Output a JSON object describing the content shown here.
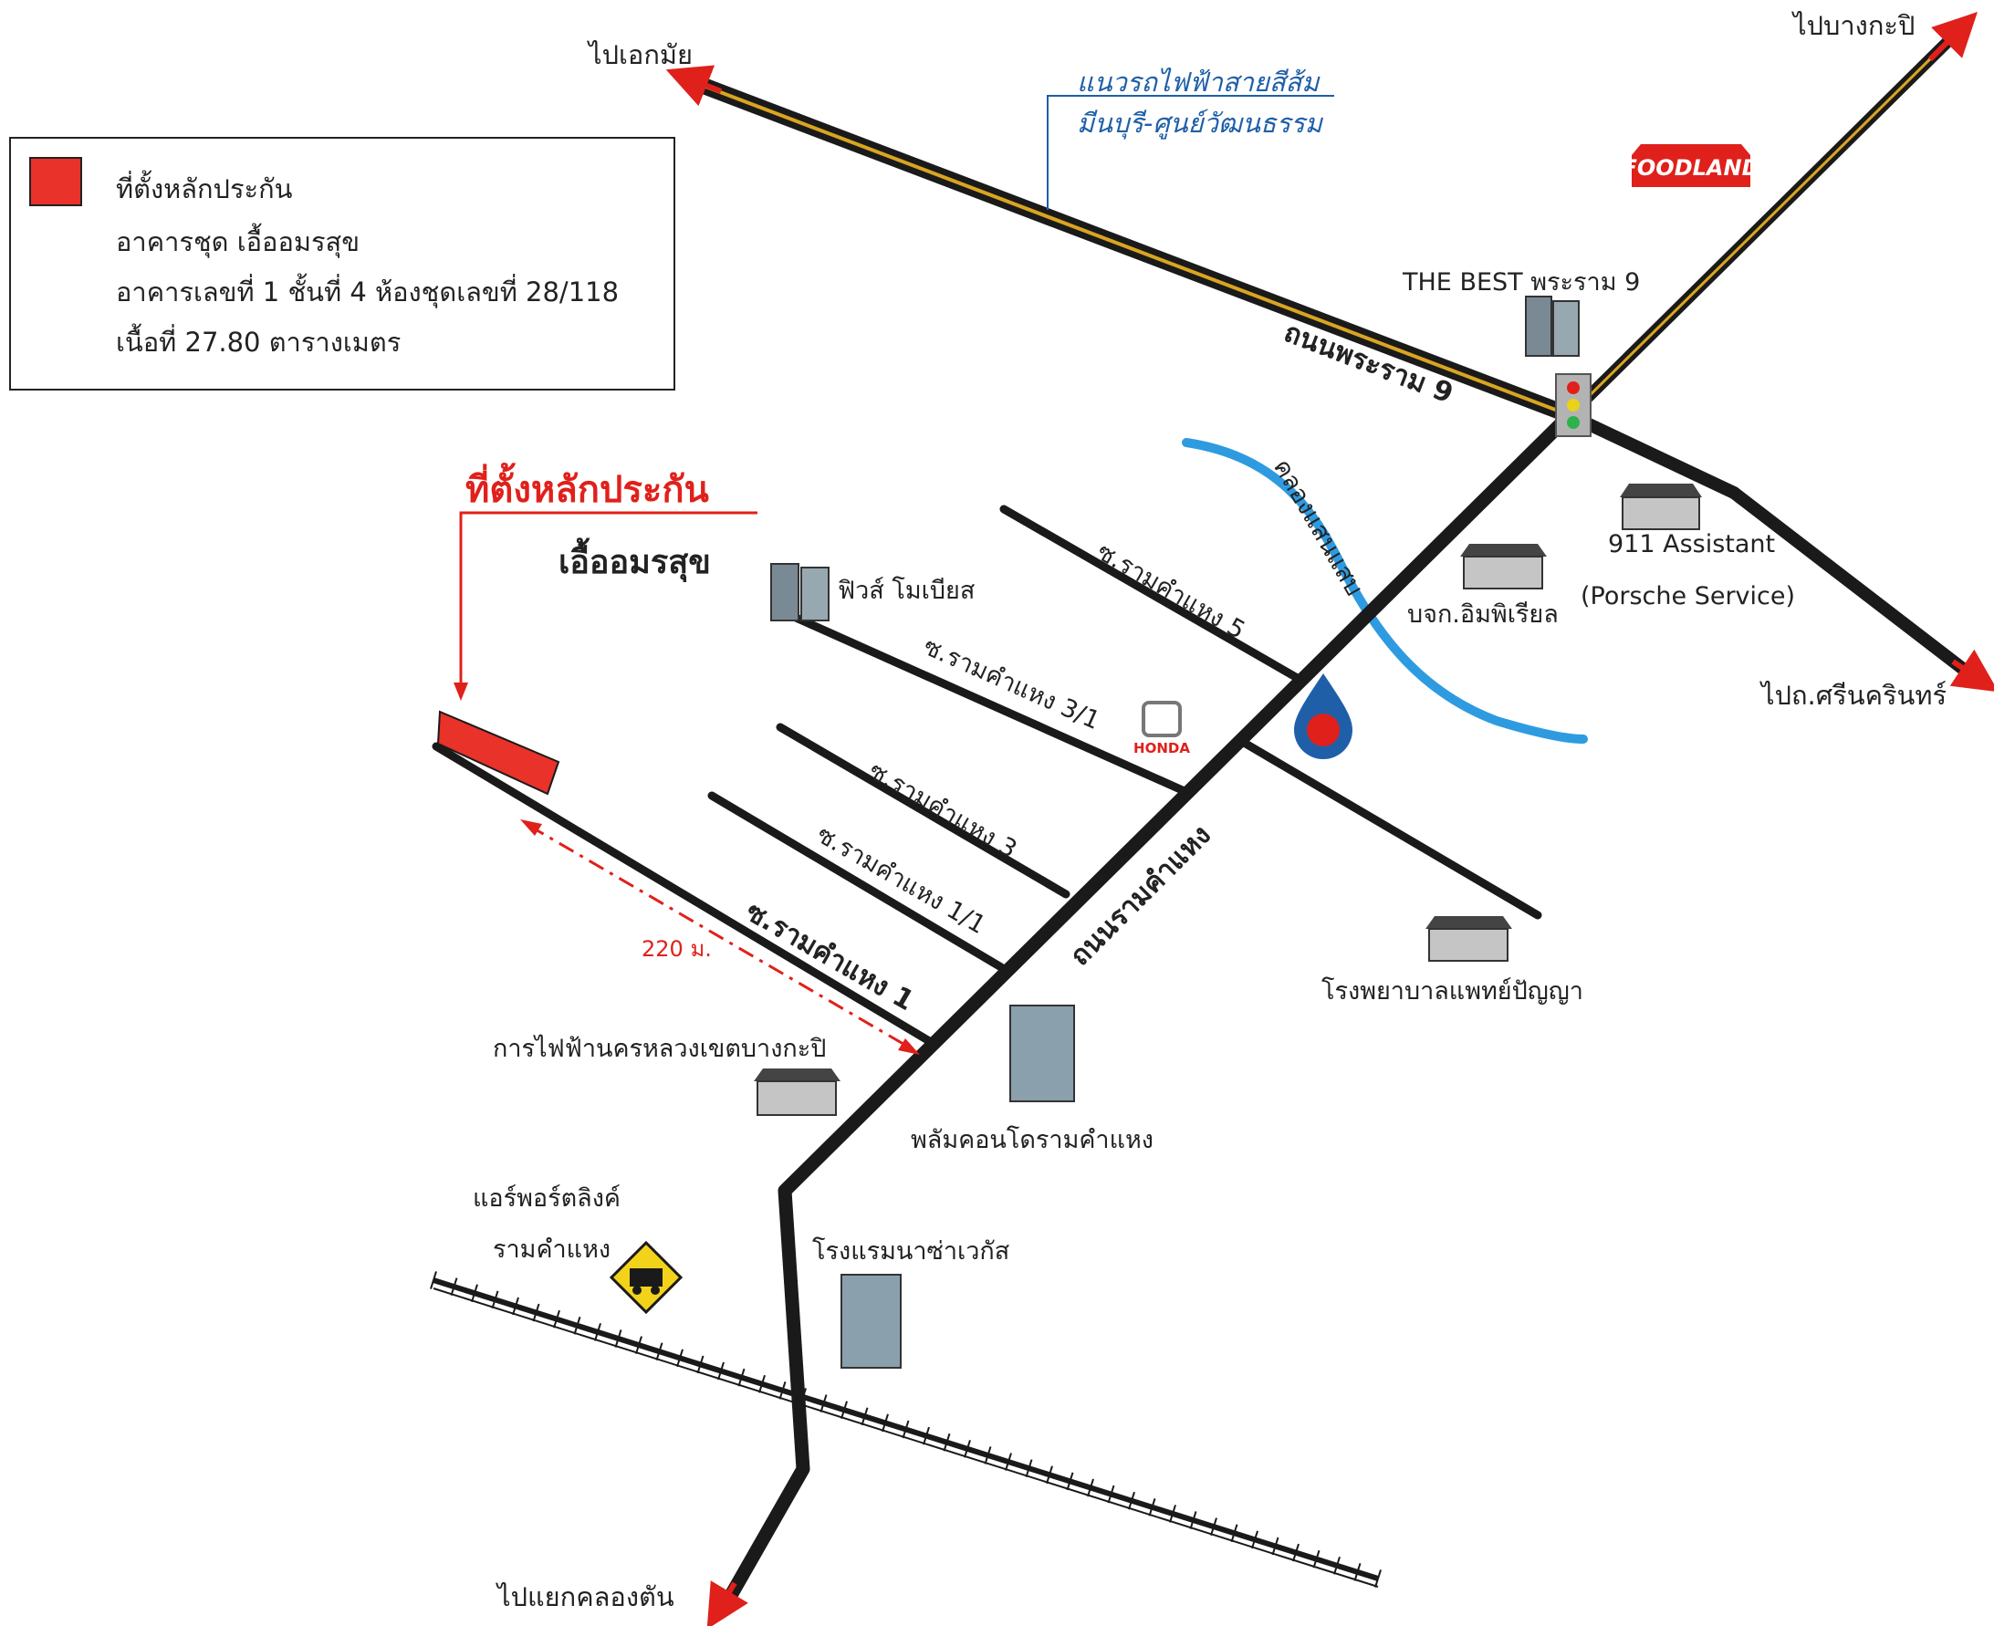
{
  "legend": {
    "title": "ที่ตั้งหลักประกัน",
    "lines": [
      "อาคารชุด เอื้ออมรสุข",
      "อาคารเลขที่ 1 ชั้นที่ 4 ห้องชุดเลขที่ 28/118",
      "เนื้อที่ 27.80 ตารางเมตร"
    ],
    "swatch_color": "#e8322a"
  },
  "property": {
    "heading": "ที่ตั้งหลักประกัน",
    "name": "เอื้ออมรสุข",
    "distance": "220 ม."
  },
  "directions": {
    "to_ekkamai": "ไปเอกมัย",
    "to_bangkapi": "ไปบางกะปิ",
    "to_srinakarin": "ไปถ.ศรีนครินทร์",
    "to_khlongtan": "ไปแยกคลองตัน"
  },
  "transit": {
    "orange_line_1": "แนวรถไฟฟ้าสายสีส้ม",
    "orange_line_2": "มีนบุรี-ศูนย์วัฒนธรรม"
  },
  "roads": {
    "rama9": "ถนนพระราม 9",
    "ramkhamhaeng": "ถนนรามคำแหง",
    "soi5": "ซ.รามคำแหง 5",
    "soi3_1": "ซ.รามคำแหง 3/1",
    "soi3": "ซ.รามคำแหง 3",
    "soi1_1": "ซ.รามคำแหง 1/1",
    "soi1": "ซ.รามคำแหง 1",
    "canal": "คลองแสนแสบ"
  },
  "landmarks": {
    "foodland": "FOODLAND",
    "the_best": "THE BEST พระราม 9",
    "assistant_1": "911 Assistant",
    "assistant_2": "(Porsche Service)",
    "imperial": "บจก.อิมพิเรียล",
    "fuse": "ฟิวส์ โมเบียส",
    "honda": "HONDA",
    "hospital": "โรงพยาบาลแพทย์ปัญญา",
    "mea": "การไฟฟ้านครหลวงเขตบางกะปิ",
    "plum": "พลัมคอนโดรามคำแหง",
    "nasa": "โรงแรมนาซ่าเวกัส",
    "airport_link_1": "แอร์พอร์ตลิงค์",
    "airport_link_2": "รามคำแหง"
  },
  "colors": {
    "road": "#1a1a1a",
    "accent": "#e0201b",
    "canal": "#2e9be0",
    "orange_line": "#d9a521",
    "orange_line_label": "#1f5fa8",
    "building": "#7a8a94"
  }
}
